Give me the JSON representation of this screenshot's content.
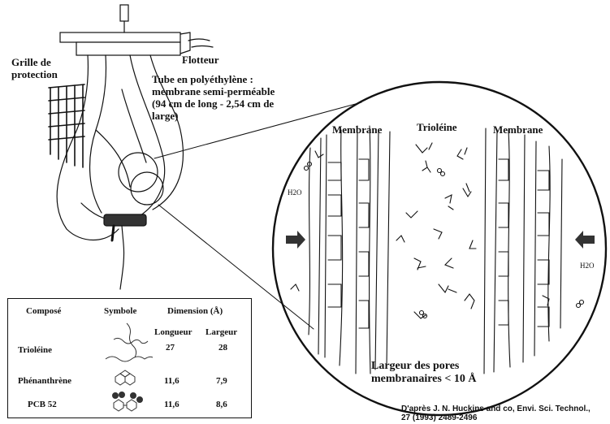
{
  "labels": {
    "float": "Flotteur",
    "grid": [
      "Grille de",
      "protection"
    ],
    "tube": [
      "Tube en polyéthylène :",
      "membrane semi-perméable",
      "(94 cm de long - 2,54 cm de",
      "large)"
    ],
    "membrane_left": "Membrane",
    "trioleine": "Trioléine",
    "membrane_right": "Membrane",
    "water_left": "H2O",
    "water_right": "H2O",
    "pores": [
      "Largeur des pores",
      "membranaires < 10 Å"
    ]
  },
  "table": {
    "headers": {
      "compound": "Composé",
      "symbol": "Symbole",
      "dimension": "Dimension (Å)",
      "length": "Longueur",
      "width": "Largeur"
    },
    "rows": [
      {
        "compound": "Trioléine",
        "length": "27",
        "width": "28",
        "symbol_icon": "trioleine-molecule-icon"
      },
      {
        "compound": "Phénanthrène",
        "length": "11,6",
        "width": "7,9",
        "symbol_icon": "phenanthrene-molecule-icon"
      },
      {
        "compound": "PCB 52",
        "length": "11,6",
        "width": "8,6",
        "symbol_icon": "pcb52-molecule-icon"
      }
    ]
  },
  "citation": [
    "D'après J. N. Huckins and co, Envi. Sci. Technol.,",
    "27 (1993) 2489-2496"
  ]
}
